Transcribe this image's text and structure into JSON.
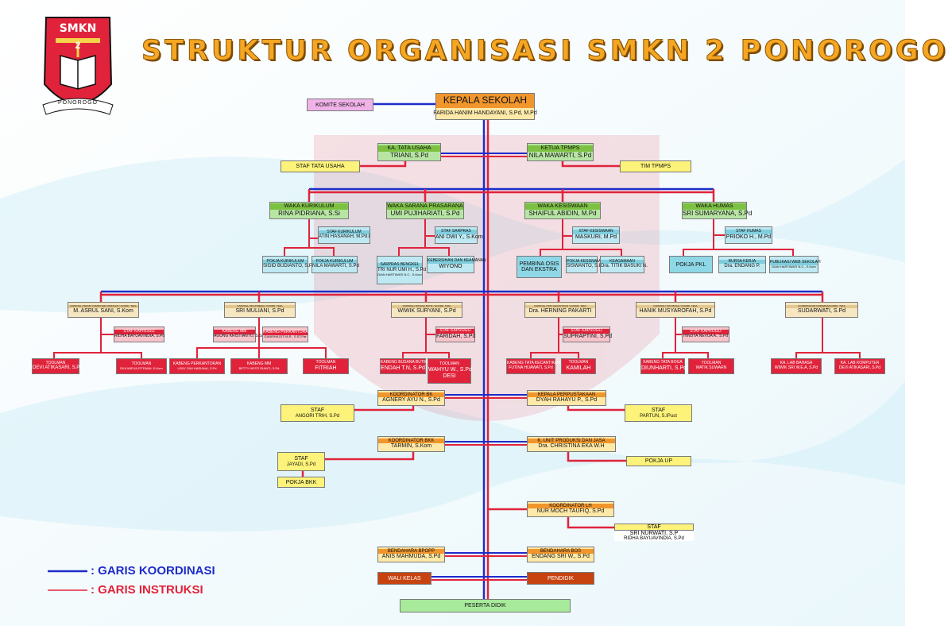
{
  "title": "STRUKTUR ORGANISASI SMKN 2 PONOROGO",
  "logo": {
    "top_text": "SMKN",
    "number": "2",
    "bottom_text": "PONOROGO"
  },
  "colors": {
    "coordination_line": "#1e2cc9",
    "instruction_line": "#e0233b",
    "title": "#f5a623"
  },
  "legend": {
    "coordination": ": GARIS KOORDINASI",
    "instruction": ": GARIS INSTRUKSI"
  },
  "nodes": {
    "kepala": {
      "title": "KEPALA SEKOLAH",
      "name": "FARIDA HANIM HANDAYANI, S.Pd, M.Pd"
    },
    "komite": "KOMITE SEKOLAH",
    "ka_tu": {
      "title": "KA. TATA USAHA",
      "name": "TRIANI, S.Pd"
    },
    "ketua_tpmps": {
      "title": "KETUA TPMPS",
      "name": "NILA MAWARTI, S.Pd"
    },
    "staf_tu": "STAF TATA USAHA",
    "tim_tpmps": "TIM TPMPS",
    "waka_kurikulum": {
      "title": "WAKA KURIKULUM",
      "name": "RINA PIDRIANA, S.Si"
    },
    "waka_sarpras": {
      "title": "WAKA SARANA PRASARANA",
      "name": "UMI PUJIHARIATI, S.Pd"
    },
    "waka_kesiswaan": {
      "title": "WAKA KESISWAAN",
      "name": "SHAIFUL ABIDIN, M.Pd"
    },
    "waka_humas": {
      "title": "WAKA HUMAS",
      "name": "SRI SUMARYANA, S.Pd"
    },
    "staf_kurikulum": {
      "title": "STAF KURIKULUM",
      "name": "ATIN HASANAH, M.Pd.I"
    },
    "staf_sarpras": {
      "title": "STAF SARPRAS",
      "name": "ANI DWI Y., S.Kom"
    },
    "staf_kesiswaan": {
      "title": "STAF KESISWAAN",
      "name": "MASKURI, M.Pd"
    },
    "staf_humas": {
      "title": "STAF HUMAS",
      "name": "PRIOKO H., M.Pd"
    },
    "pokja_kurikulum": {
      "title": "POKJA KURIKULUM",
      "name": "SIGID BUDIANTO, S.Pd"
    },
    "pokja_kurikulum2": {
      "title": "POKJA KURIKULUM",
      "name": "NILA MAWARTI, S.Pd"
    },
    "sarpras_a": {
      "title": "SARPRAS BENGKEL",
      "name": "TRI NUR UMI H., S.Pd",
      "extra": "DIAN HARTIWATI N.C., S.Kom"
    },
    "sarpras_b": {
      "title": "KEBERSIHAN DAN KEAMANAN",
      "name": "WIYONO"
    },
    "pembina_osis": "PEMBINA OSIS DAN EKSTRA",
    "pokja_kesiswaan": {
      "title": "POKJA KESISWAAN",
      "name": "SISWANTO, S.Pd"
    },
    "kesiswaan_c": {
      "title": "KEAGAMAAN",
      "name": "Dra. TITIK BASUKI N."
    },
    "pokja_pkl": "POKJA PKL",
    "humas_b": {
      "title": "BURSA KERJA",
      "name": "Dra. ENDANG P."
    },
    "humas_c": {
      "title": "PUBLIKASI WEB SEKOLAH",
      "name": "DIAN HARTIWATI N.C., S.Kom"
    },
    "kakom1": {
      "title": "KAPROGLI TEKNIK KOMPUTER JARINGAN / KOORD. TEFA",
      "name": "M. ASRUL SANI, S.Kom"
    },
    "kakom2": {
      "title": "KAPROGLI MULTIMEDIA / KOORD. TEFA",
      "name": "SRI MULIANI, S.Pd"
    },
    "kakom3": {
      "title": "KAPROGLI BUSANA BUTIK / KOORD. TEFA",
      "name": "WIWIK SURYANI, S.Pd"
    },
    "kakom4": {
      "title": "KAPROGLI TATA KECANTIKAN / KOORD. TEFA",
      "name": "Dra. HERNING PAKARTI"
    },
    "kakom5": {
      "title": "KAPROGLI TATA BOGA / KOORD. TEFA",
      "name": "HANIK MUSYAROFAH, S.Pd"
    },
    "kakom6": {
      "title": "KOORDINATOR NORMADA/KOORD. TEFA",
      "name": "SUDARWATI, S.Pd"
    },
    "kakom1_staf": {
      "title": "STAF KAPROGLI",
      "name": "RIDHA BAYUAVINDIA, S.Pd"
    },
    "kakom2_lab": {
      "title": "KABENG MM",
      "name": "AGUNG KRISTIANTO, S.Si"
    },
    "kakom2_bengkel": {
      "title": "KABENG PERKANTORAN",
      "name": "GANISHA DITYA R., S.ST.Par"
    },
    "kakom3_staf": {
      "title": "STAF KAPROGLI",
      "name": "FARIDAH, S.Pd"
    },
    "kakom4_staf": {
      "title": "STAF KAPROGLI",
      "name": "SUPRAPTINI, S.Pd"
    },
    "kakom5_staf": {
      "title": "STAF KAPROGLI",
      "name": "HINDYA NEVUA A., S.Pd"
    },
    "sub1a": {
      "title": "TOOLMAN",
      "name": "DEVI ATIKASARI, S.Pd"
    },
    "sub1b": {
      "title": "TOOLMAN",
      "name": "EKA WIDYA FITRIANI, S.Kom"
    },
    "sub2a": {
      "title": "KABENG PERKANTORAN",
      "name": "LENY DWI HARIANA, S.Pd"
    },
    "sub2b": {
      "title": "KABENG MM",
      "name": "BETTY HESTI RIANTI, S.Pd"
    },
    "sub2c": {
      "title": "TOOLMAN",
      "name": "FITRIAH"
    },
    "sub3a": {
      "title": "KABENG BUSANA BUTIK",
      "name": "ENDAH T.N, S.Pd"
    },
    "sub3b": {
      "title": "TOOLMAN",
      "name": "WAHYU W., S.Pd",
      "extra": "DESI"
    },
    "sub4a": {
      "title": "KABENG TATA KECANTIKAN",
      "name": "FUTINA HIJAWATI, S.Pd"
    },
    "sub4b": {
      "title": "TOOLMAN",
      "name": "KAMILAH"
    },
    "sub5a": {
      "title": "KABENG TATA BOGA",
      "name": "DIUNHARTI, S.Pd"
    },
    "sub5b": {
      "title": "TOOLMAN",
      "name": "WATIK SUWARN"
    },
    "sub6a": {
      "title": "KA. LAB BAHASA",
      "name": "WIWIK SRI W.E.A, S.Pd"
    },
    "sub6b": {
      "title": "KA. LAB KOMPUTER",
      "name": "DEVI ATIKASARI, S.Pd"
    },
    "koord_bk": {
      "title": "KOORDINATOR BK",
      "name": "AGNERY AYU N., S.Pd"
    },
    "kepala_perpus": {
      "title": "KEPALA PERPUSTAKAAN",
      "name": "DYAH RAHAYU P., S.Pd"
    },
    "staf_bk": {
      "title": "STAF",
      "name": "ANGORI TRIH, S.Pd"
    },
    "staf_perpus": {
      "title": "STAF",
      "name": "PARTUN, S.IPust"
    },
    "koord_bkk": {
      "title": "KOORDINATOR BKK",
      "name": "TARMIN, S.Kom"
    },
    "k_unit_produksi": {
      "title": "K. UNIT PRODUKSI DAN JASA",
      "name": "Dra. CHRISTINA EKA W.H"
    },
    "staf_bkk": {
      "title": "STAF",
      "name": "JAYADI, S.Pd"
    },
    "pokja_bkk": "POKJA BKK",
    "pokja_up": "POKJA UP",
    "koord_lh": {
      "title": "KOORDINATOR LH",
      "name": "NUR MOCH TAUFIQ, S.Pd"
    },
    "staf_lh": {
      "title": "STAF",
      "name": "SRI NURWATI, S.P",
      "extra": "RIDHA BAYUAVINDIA, S.Pd"
    },
    "bendahara_bpopp": {
      "title": "BENDAHARA BPOPP",
      "name": "ANIS MAHMUDA, S.Pd"
    },
    "bendahara_bos": {
      "title": "BENDAHARA BOS",
      "name": "ENDANG SRI W., S.Pd"
    },
    "wali_kelas": "WALI KELAS",
    "pendidik": "PENDIDIK",
    "peserta_didik": "PESERTA DIDIK"
  }
}
